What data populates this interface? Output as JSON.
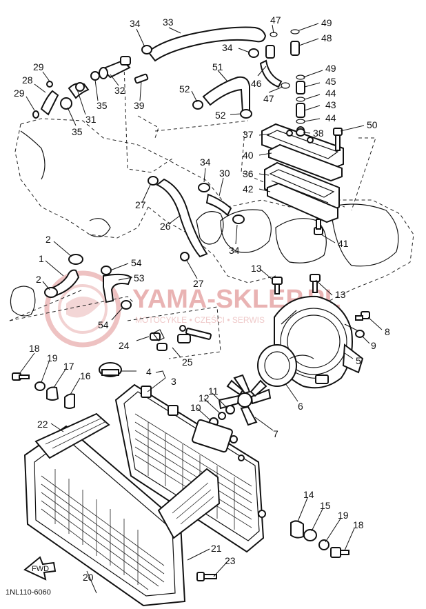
{
  "watermark": {
    "title": "YAMA-SKLEP.PL",
    "subtitle": "MOTOCYKLE • CZĘŚCI • SERWIS"
  },
  "diagram_code": "1NL110-6060",
  "fwd_label": "FWD",
  "callouts": [
    {
      "id": "c33",
      "text": "33"
    },
    {
      "id": "c34a",
      "text": "34"
    },
    {
      "id": "c47a",
      "text": "47"
    },
    {
      "id": "c49a",
      "text": "49"
    },
    {
      "id": "c48",
      "text": "48"
    },
    {
      "id": "c34b",
      "text": "34"
    },
    {
      "id": "c29a",
      "text": "29"
    },
    {
      "id": "c28",
      "text": "28"
    },
    {
      "id": "c29b",
      "text": "29"
    },
    {
      "id": "c32",
      "text": "32"
    },
    {
      "id": "c39",
      "text": "39"
    },
    {
      "id": "c35a",
      "text": "35"
    },
    {
      "id": "c31",
      "text": "31"
    },
    {
      "id": "c35b",
      "text": "35"
    },
    {
      "id": "c51",
      "text": "51"
    },
    {
      "id": "c52a",
      "text": "52"
    },
    {
      "id": "c52b",
      "text": "52"
    },
    {
      "id": "c46",
      "text": "46"
    },
    {
      "id": "c47b",
      "text": "47"
    },
    {
      "id": "c49b",
      "text": "49"
    },
    {
      "id": "c45",
      "text": "45"
    },
    {
      "id": "c44a",
      "text": "44"
    },
    {
      "id": "c43",
      "text": "43"
    },
    {
      "id": "c44b",
      "text": "44"
    },
    {
      "id": "c37",
      "text": "37"
    },
    {
      "id": "c38",
      "text": "38"
    },
    {
      "id": "c50",
      "text": "50"
    },
    {
      "id": "c40",
      "text": "40"
    },
    {
      "id": "c36",
      "text": "36"
    },
    {
      "id": "c42",
      "text": "42"
    },
    {
      "id": "c41",
      "text": "41"
    },
    {
      "id": "c34c",
      "text": "34"
    },
    {
      "id": "c30",
      "text": "30"
    },
    {
      "id": "c27a",
      "text": "27"
    },
    {
      "id": "c26",
      "text": "26"
    },
    {
      "id": "c34d",
      "text": "34"
    },
    {
      "id": "c27b",
      "text": "27"
    },
    {
      "id": "c13a",
      "text": "13"
    },
    {
      "id": "c13b",
      "text": "13"
    },
    {
      "id": "c2a",
      "text": "2"
    },
    {
      "id": "c1",
      "text": "1"
    },
    {
      "id": "c2b",
      "text": "2"
    },
    {
      "id": "c54a",
      "text": "54"
    },
    {
      "id": "c53",
      "text": "53"
    },
    {
      "id": "c54b",
      "text": "54"
    },
    {
      "id": "c8",
      "text": "8"
    },
    {
      "id": "c9",
      "text": "9"
    },
    {
      "id": "c5",
      "text": "5"
    },
    {
      "id": "c24",
      "text": "24"
    },
    {
      "id": "c25",
      "text": "25"
    },
    {
      "id": "c18a",
      "text": "18"
    },
    {
      "id": "c19a",
      "text": "19"
    },
    {
      "id": "c17",
      "text": "17"
    },
    {
      "id": "c16",
      "text": "16"
    },
    {
      "id": "c4",
      "text": "4"
    },
    {
      "id": "c3",
      "text": "3"
    },
    {
      "id": "c11",
      "text": "11"
    },
    {
      "id": "c12",
      "text": "12"
    },
    {
      "id": "c10",
      "text": "10"
    },
    {
      "id": "c6",
      "text": "6"
    },
    {
      "id": "c7",
      "text": "7"
    },
    {
      "id": "c22",
      "text": "22"
    },
    {
      "id": "c14",
      "text": "14"
    },
    {
      "id": "c15",
      "text": "15"
    },
    {
      "id": "c19b",
      "text": "19"
    },
    {
      "id": "c18b",
      "text": "18"
    },
    {
      "id": "c21",
      "text": "21"
    },
    {
      "id": "c23",
      "text": "23"
    },
    {
      "id": "c20",
      "text": "20"
    }
  ]
}
